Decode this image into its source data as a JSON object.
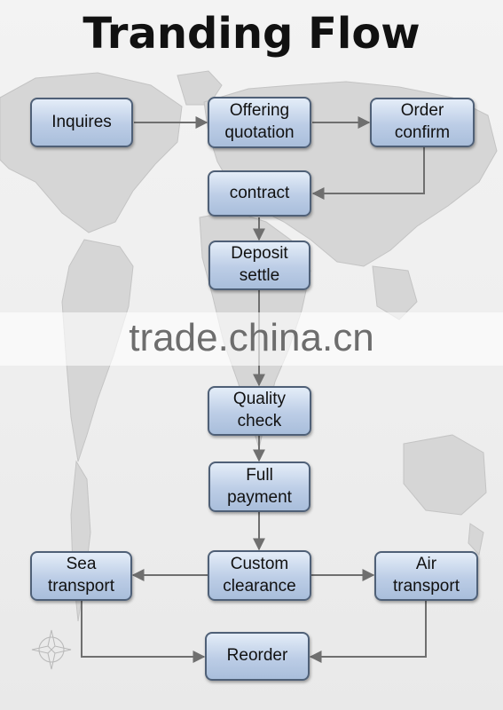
{
  "title": "Tranding Flow",
  "watermark": "trade.china.cn",
  "nodes": {
    "inquires": "Inquires",
    "offering_quotation": "Offering\nquotation",
    "order_confirm": "Order\nconfirm",
    "contract": "contract",
    "deposit_settle": "Deposit\nsettle",
    "quality_check": "Quality\ncheck",
    "full_payment": "Full\npayment",
    "custom_clearance": "Custom\nclearance",
    "sea_transport": "Sea\ntransport",
    "air_transport": "Air\ntransport",
    "reorder": "Reorder"
  },
  "colors": {
    "box_fill": "#bccde6",
    "box_border": "#4f6077",
    "arrow": "#6f6f6f"
  }
}
